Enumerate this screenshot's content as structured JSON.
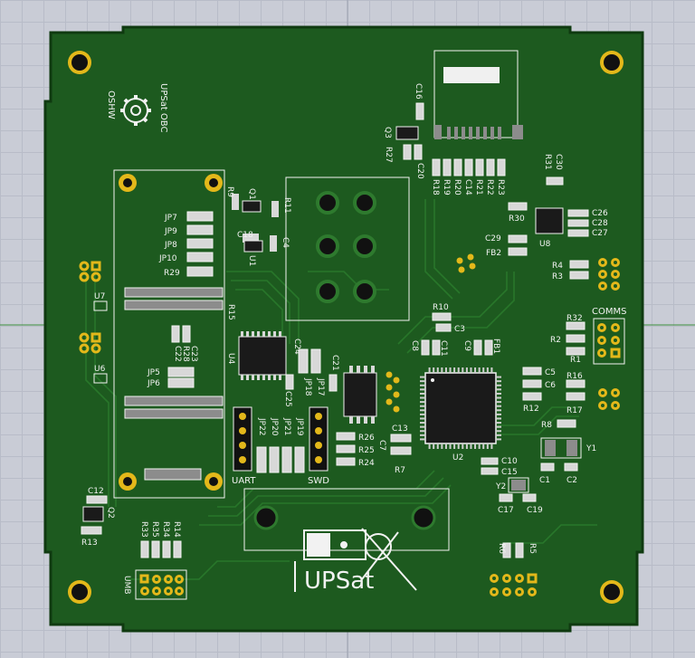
{
  "board": {
    "name_label": "UPSat OBC",
    "oshw_label": "OSHW",
    "logo_text": "UPSat",
    "colors": {
      "background": "#c9ccd6",
      "board": "#1d5a1f",
      "board_edge": "#113c12",
      "silkscreen": "#f2f2f2",
      "pad_gold": "#e3b81a",
      "ic_body": "#1a1a1a"
    }
  },
  "headers": {
    "uart": "UART",
    "swd": "SWD",
    "comms": "COMMS",
    "umb": "UMB"
  },
  "designators": {
    "jp7": "JP7",
    "jp9": "JP9",
    "jp8": "JP8",
    "jp10": "JP10",
    "r29": "R29",
    "jp5": "JP5",
    "jp6": "JP6",
    "r9": "R9",
    "q1": "Q1",
    "r11": "R11",
    "c18": "C18",
    "c4": "C4",
    "u1": "U1",
    "u7": "U7",
    "u6": "U6",
    "r15": "R15",
    "u4": "U4",
    "c24": "C24",
    "r28": "R28",
    "c23": "C23",
    "c22": "C22",
    "jp18": "JP18",
    "jp17": "JP17",
    "c21": "C21",
    "c25": "C25",
    "jp22": "JP22",
    "jp20": "JP20",
    "jp21": "JP21",
    "jp19": "JP19",
    "r26": "R26",
    "r25": "R25",
    "r24": "R24",
    "c7": "C7",
    "r7": "R7",
    "c13": "C13",
    "c12": "C12",
    "q2": "Q2",
    "r13": "R13",
    "r33": "R33",
    "r35": "R35",
    "r34": "R34",
    "r14": "R14",
    "c16": "C16",
    "q3": "Q3",
    "r27": "R27",
    "c20": "C20",
    "r18": "R18",
    "r19": "R19",
    "r20": "R20",
    "c14": "C14",
    "r21": "R21",
    "r22": "R22",
    "r23": "R23",
    "r31": "R31",
    "c30": "C30",
    "r30": "R30",
    "c26": "C26",
    "c28": "C28",
    "c27": "C27",
    "c29": "C29",
    "u8": "U8",
    "fb2": "FB2",
    "r4": "R4",
    "r3": "R3",
    "r10": "R10",
    "c3": "C3",
    "c8": "C8",
    "c11": "C11",
    "c9": "C9",
    "fb1": "FB1",
    "r32": "R32",
    "r2": "R2",
    "r1": "R1",
    "c5": "C5",
    "c6": "C6",
    "r16": "R16",
    "r12": "R12",
    "r17": "R17",
    "r8": "R8",
    "y1": "Y1",
    "u2": "U2",
    "c10": "C10",
    "c15": "C15",
    "c1": "C1",
    "c2": "C2",
    "y2": "Y2",
    "c17": "C17",
    "c19": "C19",
    "r6": "R6",
    "r5": "R5"
  }
}
